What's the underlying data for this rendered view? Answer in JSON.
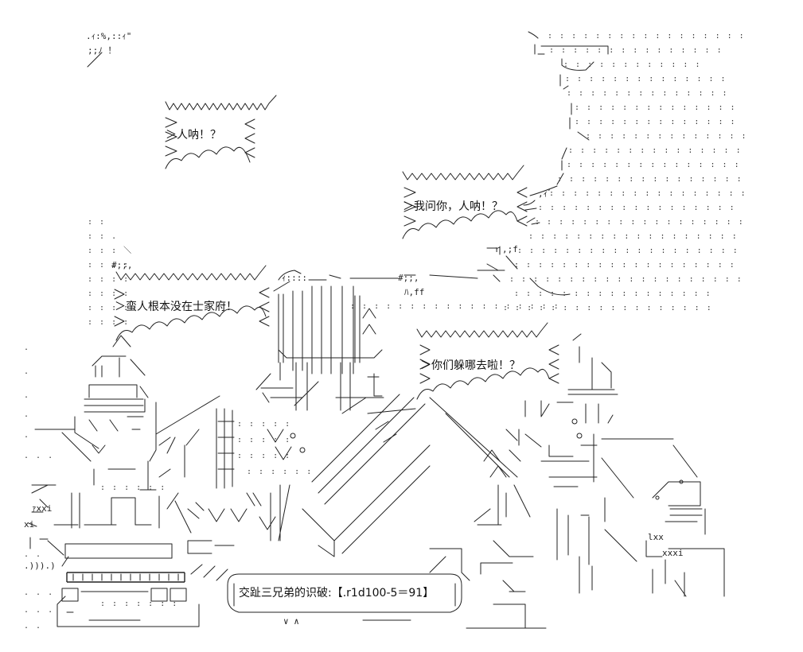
{
  "bubbles": {
    "top_left": "＞人呐！？",
    "top_right": "＞我问你，人呐！？",
    "middle_left": "＞蛮人根本没在士家府！",
    "middle_right": "＞你们躲哪去啦！？",
    "bottom_caption": "交趾三兄弟的识破:【.r1d100-5＝91】"
  },
  "decorations": {
    "corner_top_left": ".ｨ:%,::ｨ\"",
    "corner_top_left_2": ";;ﾉ ！",
    "left_mark_1": "#;;,",
    "left_mark_2": "ｧxxi",
    "left_mark_3": "xi",
    "left_mark_4": ".))).)",
    "mid_mark_1": "ｨ::::",
    "mid_mark_2": "#;;,",
    "mid_mark_3": "ﾊ,ff",
    "right_mark_1": "ｒ,;f",
    "right_mark_2": ",ｨﾞ",
    "right_mark_3": "xxxi",
    "right_mark_4": "lxx",
    "bottom_mark": "∨ ∧"
  }
}
